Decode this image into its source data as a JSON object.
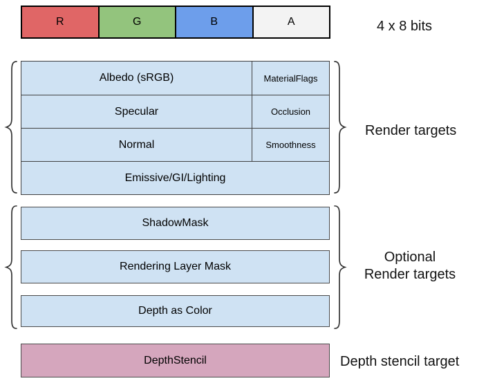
{
  "format_label": "4 x 8 bits",
  "channel_bar": {
    "cells": [
      {
        "label": "R",
        "color": "#e06666"
      },
      {
        "label": "G",
        "color": "#93c47d"
      },
      {
        "label": "B",
        "color": "#6d9eeb"
      },
      {
        "label": "A",
        "color": "#f3f3f3"
      }
    ]
  },
  "render_targets": {
    "label": "Render targets",
    "rows": [
      {
        "rgb": "Albedo (sRGB)",
        "alpha": "MaterialFlags"
      },
      {
        "rgb": "Specular",
        "alpha": "Occlusion"
      },
      {
        "rgb": "Normal",
        "alpha": "Smoothness"
      },
      {
        "rgb": "Emissive/GI/Lighting"
      }
    ]
  },
  "optional_render_targets": {
    "label_lines": [
      "Optional",
      "Render targets"
    ],
    "boxes": [
      "ShadowMask",
      "Rendering Layer Mask",
      "Depth as Color"
    ]
  },
  "depth_stencil": {
    "box_label": "DepthStencil",
    "label": "Depth stencil target"
  },
  "colors": {
    "target_fill": "#cfe2f3",
    "depth_stencil_fill": "#d5a6bd",
    "channel_r": "#e06666",
    "channel_g": "#93c47d",
    "channel_b": "#6d9eeb",
    "channel_a": "#f3f3f3"
  }
}
